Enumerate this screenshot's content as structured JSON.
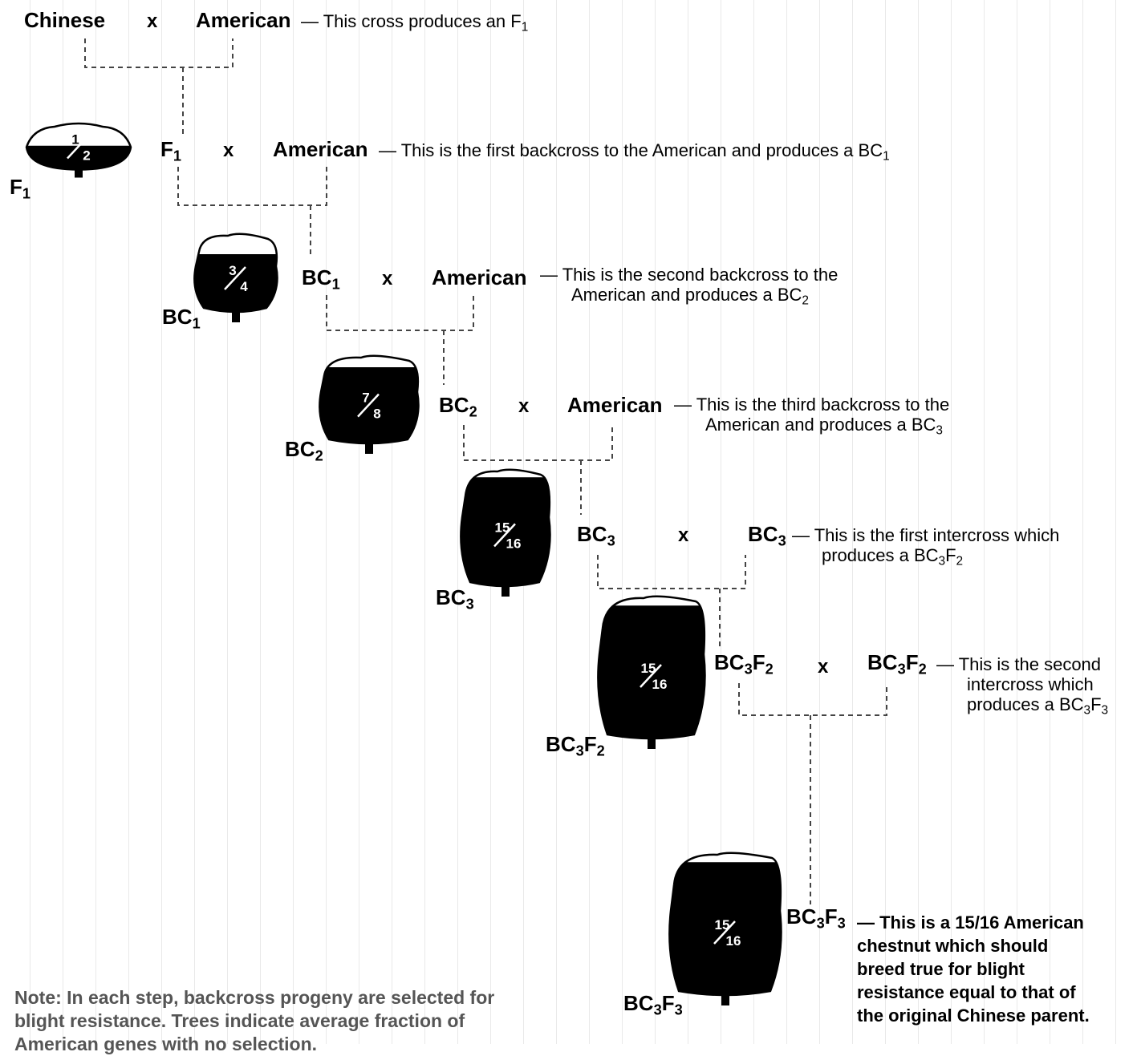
{
  "rows": [
    {
      "parent_a": "Chinese",
      "x": "x",
      "parent_b": "American",
      "desc": [
        "— This cross produces an F",
        "1"
      ]
    },
    {
      "parent_a": [
        "F",
        "1"
      ],
      "x": "x",
      "parent_b": "American",
      "desc": [
        "— This is the first backcross to the American and produces a BC",
        "1"
      ]
    },
    {
      "parent_a": [
        "BC",
        "1"
      ],
      "x": "x",
      "parent_b": "American",
      "desc_line1": "— This is the second backcross to the",
      "desc_line2": [
        "American and produces a BC",
        "2"
      ]
    },
    {
      "parent_a": [
        "BC",
        "2"
      ],
      "x": "x",
      "parent_b": "American",
      "desc_line1": "— This is the third backcross to the",
      "desc_line2": [
        "American and produces a BC",
        "3"
      ]
    },
    {
      "parent_a": [
        "BC",
        "3"
      ],
      "x": "x",
      "parent_b": [
        "BC",
        "3"
      ],
      "desc_line1": "— This is the first intercross which",
      "desc_line2": [
        "produces a BC",
        "3",
        "F",
        "2"
      ]
    },
    {
      "parent_a": [
        "BC",
        "3",
        "F",
        "2"
      ],
      "x": "x",
      "parent_b": [
        "BC",
        "3",
        "F",
        "2"
      ],
      "desc_line1": "— This is the second",
      "desc_line2": "intercross which",
      "desc_line3": [
        "produces a BC",
        "3",
        "F",
        "3"
      ]
    },
    {
      "parent_a": [
        "BC",
        "3",
        "F",
        "3"
      ],
      "desc": "— This is a 15/16 American chestnut which should breed true for blight resistance equal to that of the original Chinese parent."
    }
  ],
  "trees": [
    {
      "fraction_num": "1",
      "fraction_den": "2",
      "american_fraction": 0.5,
      "label": [
        "F",
        "1"
      ],
      "icon": "chestnut-tree-icon"
    },
    {
      "fraction_num": "3",
      "fraction_den": "4",
      "american_fraction": 0.75,
      "label": [
        "BC",
        "1"
      ],
      "icon": "chestnut-tree-icon"
    },
    {
      "fraction_num": "7",
      "fraction_den": "8",
      "american_fraction": 0.875,
      "label": [
        "BC",
        "2"
      ],
      "icon": "chestnut-tree-icon"
    },
    {
      "fraction_num": "15",
      "fraction_den": "16",
      "american_fraction": 0.9375,
      "label": [
        "BC",
        "3"
      ],
      "icon": "chestnut-tree-icon"
    },
    {
      "fraction_num": "15",
      "fraction_den": "16",
      "american_fraction": 0.9375,
      "label": [
        "BC",
        "3",
        "F",
        "2"
      ],
      "icon": "chestnut-tree-icon"
    },
    {
      "fraction_num": "15",
      "fraction_den": "16",
      "american_fraction": 0.9375,
      "label": [
        "BC",
        "3",
        "F",
        "3"
      ],
      "icon": "chestnut-tree-icon"
    }
  ],
  "note": "Note: In each step, backcross progeny are selected for blight resistance. Trees indicate average fraction of American genes with no selection.",
  "colors": {
    "ink": "#000000",
    "connector": "#444444",
    "note": "#555555",
    "background": "#ffffff"
  }
}
